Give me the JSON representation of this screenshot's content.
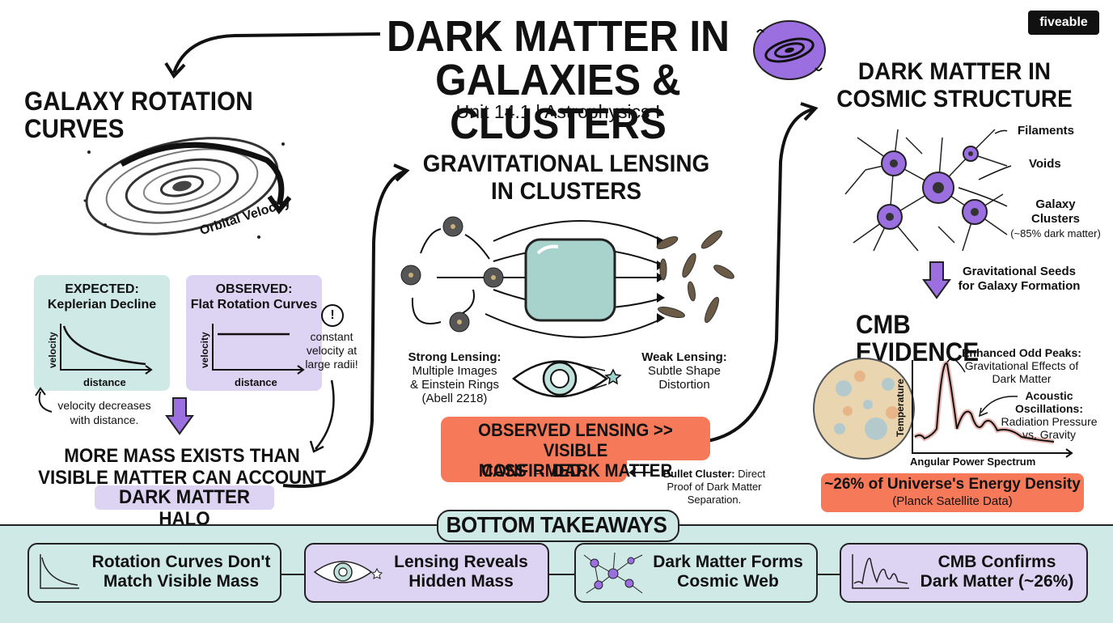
{
  "header": {
    "title_line1": "DARK MATTER IN",
    "title_line2": "GALAXIES & CLUSTERS",
    "subtitle": "Unit 14.1 | Astrophysics I",
    "logo": "fiveable"
  },
  "rotation": {
    "heading": "GALAXY ROTATION CURVES",
    "orbital_label": "Orbital Velocity",
    "expected_title_1": "EXPECTED:",
    "expected_title_2": "Keplerian Decline",
    "observed_title_1": "OBSERVED:",
    "observed_title_2": "Flat Rotation Curves",
    "axis_y": "velocity",
    "axis_x": "distance",
    "callout_symbol": "!",
    "observed_note_1": "constant",
    "observed_note_2": "velocity at",
    "observed_note_3": "large radii!",
    "expected_note_1": "velocity decreases",
    "expected_note_2": "with distance.",
    "conclusion_1": "MORE MASS EXISTS THAN",
    "conclusion_2": "VISIBLE MATTER CAN ACCOUNT FOR",
    "conclusion_3": "DARK MATTER HALO"
  },
  "lensing": {
    "heading_1": "GRAVITATIONAL LENSING",
    "heading_2": "IN CLUSTERS",
    "strong_title": "Strong Lensing:",
    "strong_1": "Multiple Images",
    "strong_2": "& Einstein Rings",
    "strong_3": "(Abell 2218)",
    "weak_title": "Weak Lensing:",
    "weak_1": "Subtle Shape",
    "weak_2": "Distortion",
    "conclusion_1": "OBSERVED LENSING >> VISIBLE",
    "conclusion_2": "MASS → DARK MATTER",
    "conclusion_3": "CONFIRMED.",
    "bullet_title": "Bullet Cluster:",
    "bullet_1": "Direct",
    "bullet_2": "Proof of Dark Matter",
    "bullet_3": "Separation."
  },
  "structure": {
    "heading_1": "DARK MATTER IN",
    "heading_2": "COSMIC STRUCTURE",
    "filaments": "Filaments",
    "voids": "Voids",
    "clusters_1": "Galaxy",
    "clusters_2": "Clusters",
    "clusters_3": "(~85% dark matter)",
    "seeds_1": "Gravitational Seeds",
    "seeds_2": "for Galaxy Formation"
  },
  "cmb": {
    "heading": "CMB EVIDENCE",
    "peaks_title": "Enhanced Odd Peaks:",
    "peaks_1": "Gravitational Effects of",
    "peaks_2": "Dark Matter",
    "osc_1": "Acoustic",
    "osc_2": "Oscillations:",
    "osc_3": "Radiation Pressure",
    "osc_4": "vs. Gravity",
    "axis_y": "Temperature",
    "axis_x": "Angular Power Spectrum",
    "result_1": "~26% of Universe's Energy Density",
    "result_2": "(Planck Satellite Data)"
  },
  "takeaways": {
    "heading": "BOTTOM TAKEAWAYS",
    "items": [
      {
        "line1": "Rotation Curves Don't",
        "line2": "Match Visible Mass"
      },
      {
        "line1": "Lensing Reveals",
        "line2": "Hidden Mass"
      },
      {
        "line1": "Dark Matter Forms",
        "line2": "Cosmic Web"
      },
      {
        "line1": "CMB Confirms",
        "line2": "Dark Matter (~26%)"
      }
    ]
  },
  "colors": {
    "teal": "#cfe9e6",
    "lavender": "#ddd3f3",
    "coral": "#f67a5a",
    "purple": "#9b6fe0"
  }
}
